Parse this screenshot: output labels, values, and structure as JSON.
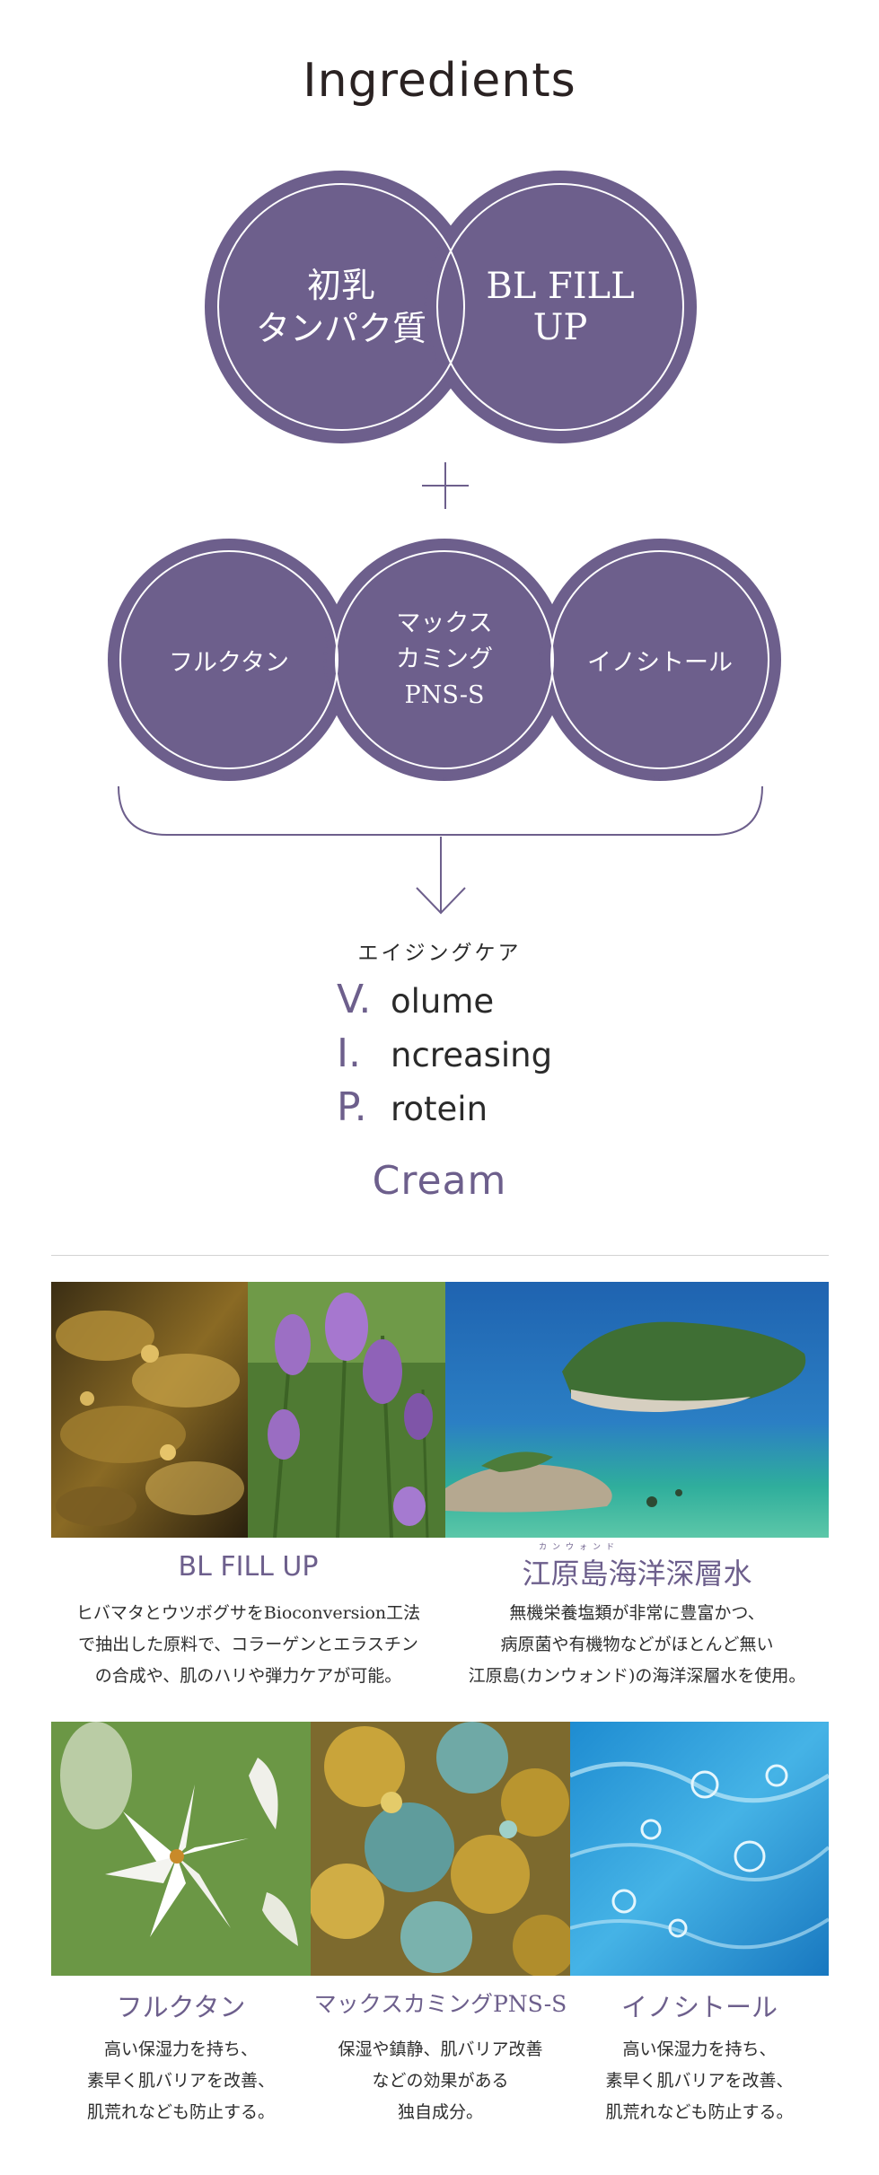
{
  "title": "Ingredients",
  "top_bubbles": [
    {
      "label": "初乳\nタンパク質"
    },
    {
      "label": "BL FILL\nUP"
    }
  ],
  "bottom_bubbles": [
    {
      "label": "フルクタン"
    },
    {
      "label": "マックス\nカミング\nPNS-S"
    },
    {
      "label": "イノシトール"
    }
  ],
  "subtitle": "エイジングケア",
  "vip": [
    {
      "letter": "V.",
      "word": "olume"
    },
    {
      "letter": "I.",
      "word": "ncreasing"
    },
    {
      "letter": "P.",
      "word": "rotein"
    }
  ],
  "product": "Cream",
  "ingredients_row1": [
    {
      "title": "BL FILL UP",
      "desc": "ヒバマタとウツボグサをBioconversion工法\nで抽出した原料で、コラーゲンとエラスチン\nの合成や、肌のハリや弾力ケアが可能。"
    },
    {
      "title": "江原島海洋深層水",
      "ruby": "カンウォンド",
      "desc": "無機栄養塩類が非常に豊富かつ、\n病原菌や有機物などがほとんど無い\n江原島(カンウォンド)の海洋深層水を使用。"
    }
  ],
  "ingredients_row2": [
    {
      "title": "フルクタン",
      "desc": "高い保湿力を持ち、\n素早く肌バリアを改善、\n肌荒れなども防止する。"
    },
    {
      "title": "マックスカミングPNS-S",
      "desc": "保湿や鎮静、肌バリア改善\nなどの効果がある\n独自成分。"
    },
    {
      "title": "イノシトール",
      "desc": "高い保湿力を持ち、\n素早く肌バリアを改善、\n肌荒れなども防止する。"
    }
  ],
  "colors": {
    "accent": "#6d5f8c",
    "text": "#2e2e2e"
  }
}
